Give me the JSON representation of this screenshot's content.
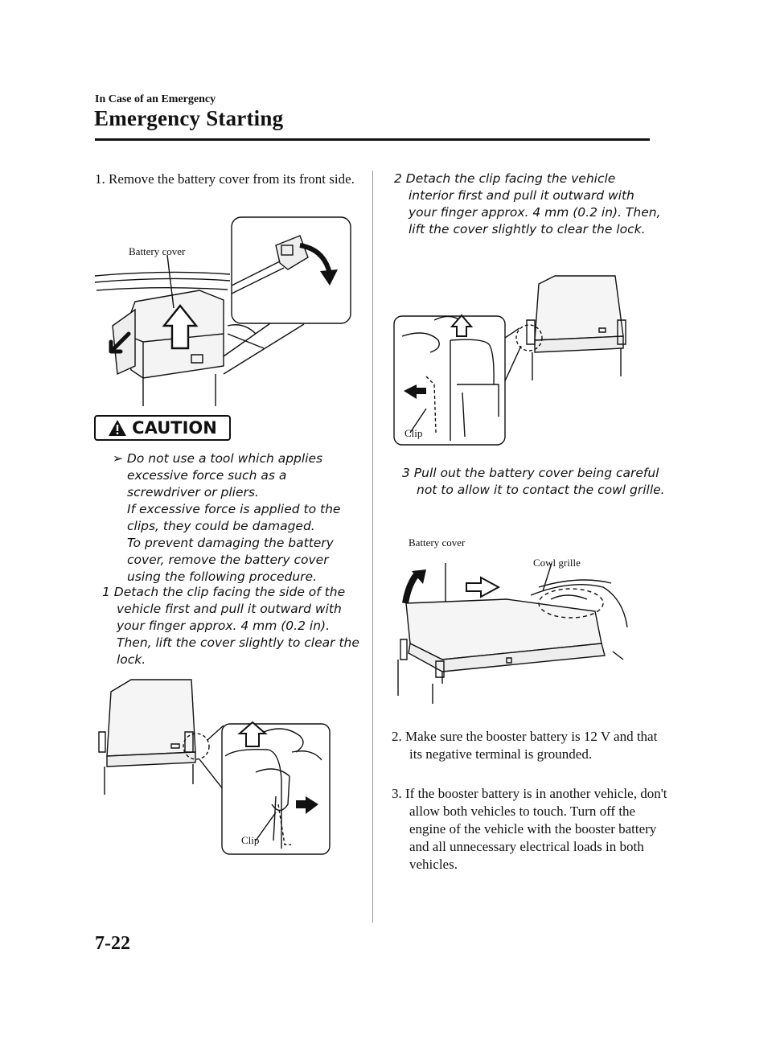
{
  "header": {
    "section": "In Case of an Emergency",
    "chapter": "Emergency Starting"
  },
  "left": {
    "step1": "1. Remove the battery cover from its front side.",
    "fig1_label": "Battery cover",
    "caution_label": "CAUTION",
    "caution_bullet": "Do not use a tool which applies excessive force such as a screwdriver or pliers.",
    "caution_p2": "If excessive force is applied to the clips, they could be damaged.",
    "caution_p3": "To prevent damaging the battery cover, remove the battery cover using the following procedure.",
    "sub1": "1  Detach the clip facing the side of the vehicle first and pull it outward with your finger approx. 4 mm (0.2 in). Then, lift the cover slightly to clear the lock.",
    "fig2_label": "Clip"
  },
  "right": {
    "sub2": "2  Detach the clip facing the vehicle interior first and pull it outward with your finger approx. 4 mm (0.2 in). Then, lift the cover slightly to clear the lock.",
    "fig3_label": "Clip",
    "sub3": "3  Pull out the battery cover being careful not to allow it to contact the cowl grille.",
    "fig4_label_cover": "Battery cover",
    "fig4_label_grille": "Cowl grille",
    "step2": "2. Make sure the booster battery is 12 V and that its negative terminal is grounded.",
    "step3": "3. If the booster battery is in another vehicle, don't allow both vehicles to touch. Turn off the engine of the vehicle with the booster battery and all unnecessary electrical loads in both vehicles."
  },
  "footer": {
    "page_number": "7-22"
  }
}
